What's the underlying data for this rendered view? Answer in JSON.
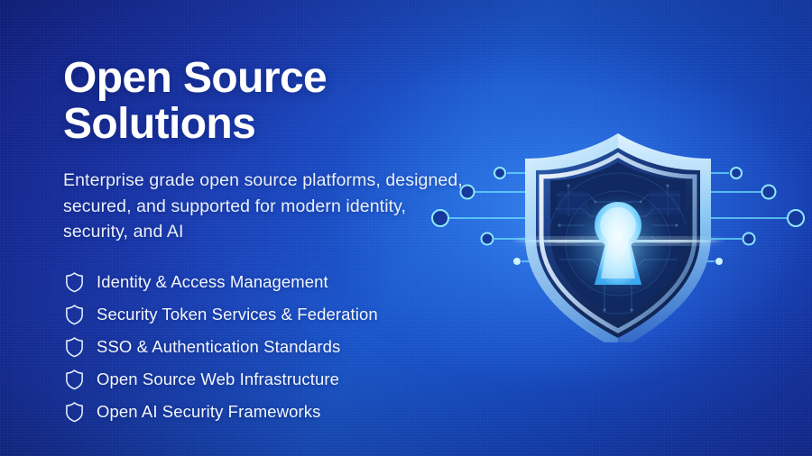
{
  "slide": {
    "title_line1": "Open Source",
    "title_line2": "Solutions",
    "subtitle": "Enterprise grade open source platforms, designed, secured, and supported for modern identity, security, and AI",
    "bullets": [
      {
        "label": "Identity & Access Management",
        "icon": "shield-icon"
      },
      {
        "label": "Security Token Services & Federation",
        "icon": "shield-icon"
      },
      {
        "label": "SSO & Authentication Standards",
        "icon": "shield-icon"
      },
      {
        "label": "Open Source Web Infrastructure",
        "icon": "shield-icon"
      },
      {
        "label": "Open AI Security Frameworks",
        "icon": "shield-icon"
      }
    ],
    "graphic": {
      "name": "security-shield-keyhole-illustration",
      "icon": "shield-with-keyhole-icon",
      "description": "Glowing shield with central keyhole and circuit board traces"
    },
    "colors": {
      "background_dark": "#17269b",
      "background_mid": "#1a3ab2",
      "background_bright": "#1a57cc",
      "title_text": "#ffffff",
      "subtitle_text": "#e9eff9",
      "bullet_text": "#f2f6fd",
      "accent_cyan": "#5fe0ff",
      "shield_rim": "#bfe9ff",
      "shield_interior": "#14265e",
      "keyhole_glow": "#cdf3ff"
    }
  }
}
